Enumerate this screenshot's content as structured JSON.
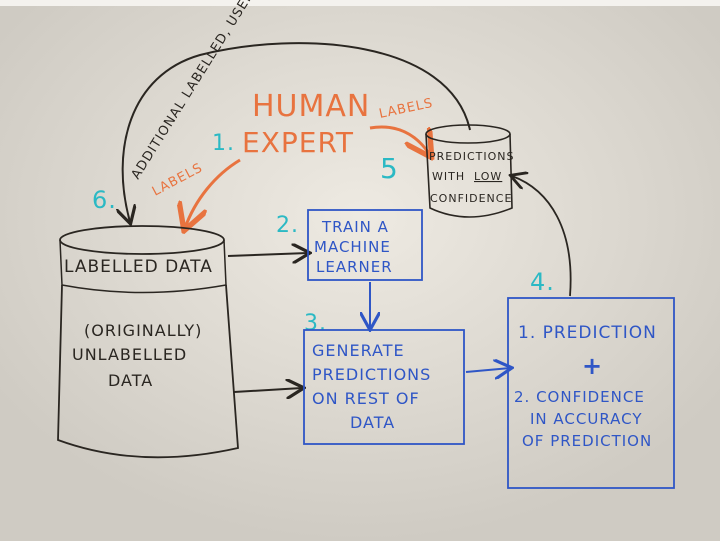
{
  "top_arrow_label": "ADDITIONAL LABELLED, USEFUL DATA",
  "human_expert": {
    "line1": "HUMAN",
    "line2": "EXPERT"
  },
  "labels_left": "LABELS",
  "labels_right": "LABELS",
  "steps": {
    "s1": "1.",
    "s2": "2.",
    "s3": "3.",
    "s4": "4.",
    "s5": "5",
    "s6": "6."
  },
  "low_confidence_db": {
    "line1": "PREDICTIONS",
    "line2": "WITH",
    "line2b": "LOW",
    "line3": "CONFIDENCE"
  },
  "labelled_db": {
    "top": "LABELLED DATA",
    "line1": "(ORIGINALLY)",
    "line2": "UNLABELLED",
    "line3": "DATA"
  },
  "train_box": {
    "line1": "TRAIN A",
    "line2": "MACHINE",
    "line3": "LEARNER"
  },
  "generate_box": {
    "line1": "GENERATE",
    "line2": "PREDICTIONS",
    "line3": "ON REST OF",
    "line4": "DATA"
  },
  "prediction_box": {
    "line1": "1. PREDICTION",
    "plus": "+",
    "line2": "2. CONFIDENCE",
    "line3": "IN ACCURACY",
    "line4": "OF PREDICTION"
  },
  "colors": {
    "board": "#d9d6cf",
    "ink_black": "#2a2621",
    "ink_orange": "#e8733f",
    "ink_blue": "#2f56c6",
    "ink_teal": "#2bb9c4"
  }
}
